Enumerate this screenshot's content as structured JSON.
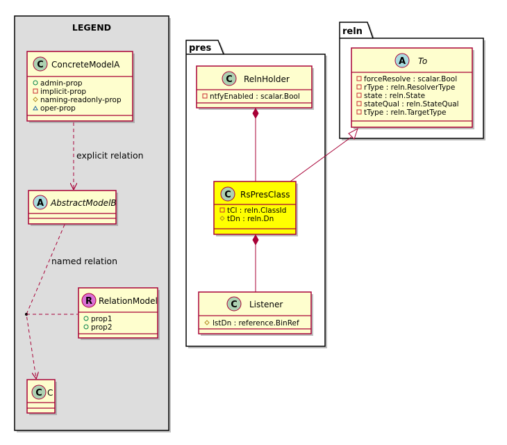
{
  "legend": {
    "title": "LEGEND",
    "classes": {
      "concrete": {
        "name": "ConcreteModelA",
        "stereotype": "C",
        "members": [
          {
            "vis": "public",
            "text": "admin-prop"
          },
          {
            "vis": "private",
            "text": "implicit-prop"
          },
          {
            "vis": "protected",
            "text": "naming-readonly-prop"
          },
          {
            "vis": "package",
            "text": "oper-prop"
          }
        ]
      },
      "abstract": {
        "name": "AbstractModelB",
        "stereotype": "A"
      },
      "relation": {
        "name": "RelationModel",
        "stereotype": "R",
        "members": [
          {
            "vis": "public",
            "text": "prop1"
          },
          {
            "vis": "public",
            "text": "prop2"
          }
        ]
      },
      "c": {
        "name": "C",
        "stereotype": "C"
      }
    },
    "relations": {
      "explicit": "explicit relation",
      "named": "named relation"
    }
  },
  "packages": {
    "pres": {
      "name": "pres",
      "classes": {
        "relnholder": {
          "name": "RelnHolder",
          "stereotype": "C",
          "members": [
            {
              "vis": "private",
              "text": "ntfyEnabled : scalar.Bool"
            }
          ]
        },
        "rspresclass": {
          "name": "RsPresClass",
          "stereotype": "C",
          "members": [
            {
              "vis": "private",
              "text": "tCl : reln.ClassId"
            },
            {
              "vis": "protected",
              "text": "tDn : reln.Dn"
            }
          ]
        },
        "listener": {
          "name": "Listener",
          "stereotype": "C",
          "members": [
            {
              "vis": "protected",
              "text": "lstDn : reference.BinRef"
            }
          ]
        }
      }
    },
    "reln": {
      "name": "reln",
      "classes": {
        "to": {
          "name": "To",
          "stereotype": "A",
          "members": [
            {
              "vis": "private",
              "text": "forceResolve : scalar.Bool"
            },
            {
              "vis": "private",
              "text": "rType : reln.ResolverType"
            },
            {
              "vis": "private",
              "text": "state : reln.State"
            },
            {
              "vis": "private",
              "text": "stateQual : reln.StateQual"
            },
            {
              "vis": "private",
              "text": "tType : reln.TargetType"
            }
          ]
        }
      }
    }
  }
}
